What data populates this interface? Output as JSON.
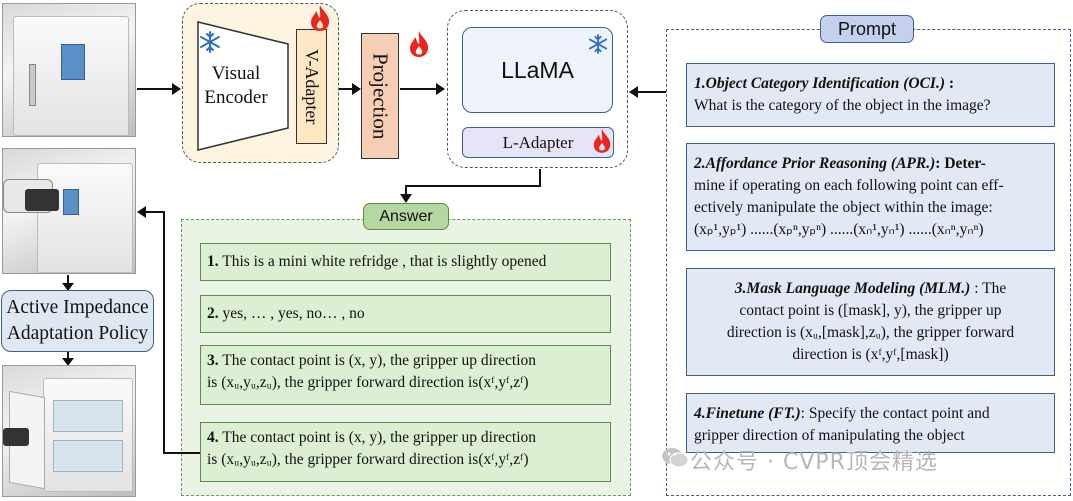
{
  "encoder": {
    "label_line1": "Visual",
    "label_line2": "Encoder",
    "v_adapter": "V-Adapter"
  },
  "projection": {
    "label": "Projection"
  },
  "llama": {
    "label": "LLaMA",
    "l_adapter": "L-Adapter"
  },
  "policy": {
    "line1": "Active Impedance",
    "line2": "Adaptation Policy"
  },
  "answer": {
    "title": "Answer",
    "items": [
      {
        "num": "1.",
        "text": " This is a mini white refridge , that is slightly opened"
      },
      {
        "num": "2.",
        "text": " yes, … , yes, no… , no"
      },
      {
        "num": "3.",
        "text1": " The contact point is (x, y), the gripper up direction",
        "text2": "is (xᵤ,yᵤ,zᵤ), the gripper forward direction is(xᶠ,yᶠ,zᶠ)"
      },
      {
        "num": "4.",
        "text1": " The contact point is (x, y), the gripper up direction",
        "text2": "is (xᵤ,yᵤ,zᵤ), the gripper forward direction is(xᶠ,yᶠ,zᶠ)"
      }
    ]
  },
  "prompt": {
    "title": "Prompt",
    "oci": {
      "head": "1.Object Category Identification (OCI.)",
      "colon": " :",
      "body": "What is the category of the object in the image?"
    },
    "apr": {
      "head": "2.Affordance Prior Reasoning  (APR.)",
      "line1rest": ": Deter-",
      "line2": "mine if operating on each following point can eff-",
      "line3": "ectively manipulate the object within the image:",
      "line4": "(xₚ¹,yₚ¹) ......(xₚⁿ,yₚⁿ) ......(xₙ¹,yₙ¹) ......(xₙⁿ,yₙⁿ)"
    },
    "mlm": {
      "head": "3.Mask Language Modeling (MLM.)",
      "line1rest": " : The",
      "line2": "contact point is ([mask], y), the gripper up",
      "line3": "direction is (xᵤ,[mask],zᵤ), the gripper forward",
      "line4": "direction is (xᶠ,yᶠ,[mask])"
    },
    "ft": {
      "head": "4.Finetune (FT.)",
      "line1rest": ": Specify the contact point and",
      "line2": "gripper direction of manipulating the object"
    }
  },
  "watermark": "公众号 · CVPR顶会精选",
  "colors": {
    "encoder_bg": "#fdf3e1",
    "projection": "#f7cdb4",
    "answer_bg": "#eaf4e4",
    "prompt_box": "#e2e9f5",
    "flame": "#e8281e",
    "snowflake": "#2f6fbf"
  }
}
